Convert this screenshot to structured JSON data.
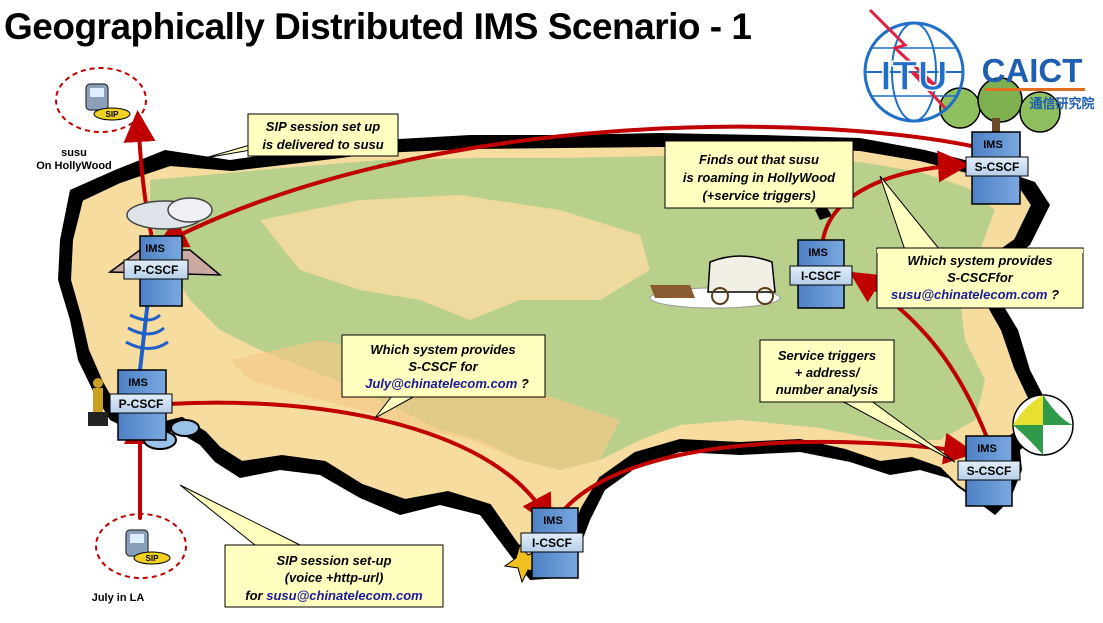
{
  "title": "Geographically Distributed IMS Scenario - 1",
  "logos": {
    "itu": "ITU",
    "caict": "CAICT",
    "caict_sub": "通信研究院"
  },
  "users": {
    "susu": {
      "line1": "susu",
      "line2": "On HollyWood",
      "phone_badge": "SIP"
    },
    "july": {
      "label": "July in LA",
      "phone_badge": "SIP"
    }
  },
  "nodes": {
    "pcscf_hollywood": {
      "ims": "IMS",
      "name": "P-CSCF"
    },
    "pcscf_la": {
      "ims": "IMS",
      "name": "P-CSCF"
    },
    "icscf_south": {
      "ims": "IMS",
      "name": "I-CSCF"
    },
    "icscf_mid": {
      "ims": "IMS",
      "name": "I-CSCF"
    },
    "scscf_east": {
      "ims": "IMS",
      "name": "S-CSCF"
    },
    "scscf_ne": {
      "ims": "IMS",
      "name": "S-CSCF"
    }
  },
  "callouts": {
    "delivered": {
      "line1": "SIP session set up",
      "line2": "is delivered to susu"
    },
    "roaming": {
      "line1": "Finds out that susu",
      "line2": "is roaming in HollyWood",
      "line3": "(+service triggers)"
    },
    "which_susu": {
      "line1": "Which system provides",
      "line2": "S-CSCFfor",
      "link": "susu@chinatelecom.com",
      "tail": "?"
    },
    "which_july": {
      "line1": "Which system provides",
      "line2": "S-CSCF for",
      "link": "July@chinatelecom.com",
      "tail": "?"
    },
    "triggers": {
      "line1": "Service triggers",
      "line2": "+ address/",
      "line3": "number analysis"
    },
    "setup": {
      "line1": "SIP session set-up",
      "line2": "(voice +http-url)",
      "prefix": "for",
      "link": "susu@chinatelecom.com"
    }
  },
  "colors": {
    "arrow": "#c00000",
    "callout_fill": "#ffffc0",
    "box_fill": "#c9def2",
    "server_fill": "#5b8fd0",
    "land": "#f7dca0",
    "land_green": "#b9cf8c",
    "map_shadow": "#000000",
    "itu_blue": "#1f6fc8",
    "link": "#1a1a99"
  }
}
